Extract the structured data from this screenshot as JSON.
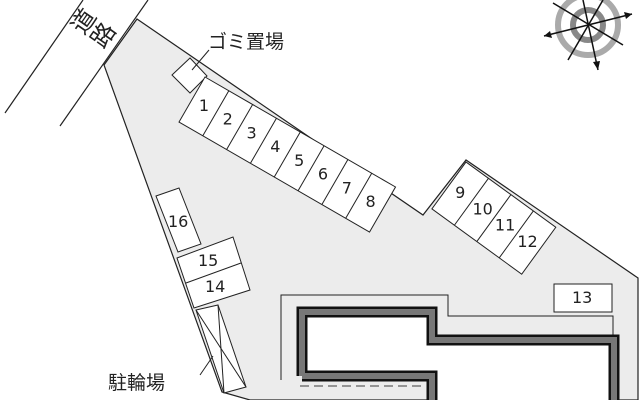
{
  "labels": {
    "road": "道路",
    "garbage": "ゴミ置場",
    "bicycle": "駐輪場"
  },
  "spaces_row_a": [
    "1",
    "2",
    "3",
    "4",
    "5",
    "6",
    "7",
    "8"
  ],
  "spaces_row_b": [
    "9",
    "10",
    "11",
    "12"
  ],
  "space_13": "13",
  "space_14": "14",
  "space_15": "15",
  "space_16": "16",
  "colors": {
    "lot": "#ececec",
    "line": "#222222",
    "wall": "#777777",
    "compass": "#999999"
  },
  "icons": {
    "compass": "compass-rose-icon"
  }
}
